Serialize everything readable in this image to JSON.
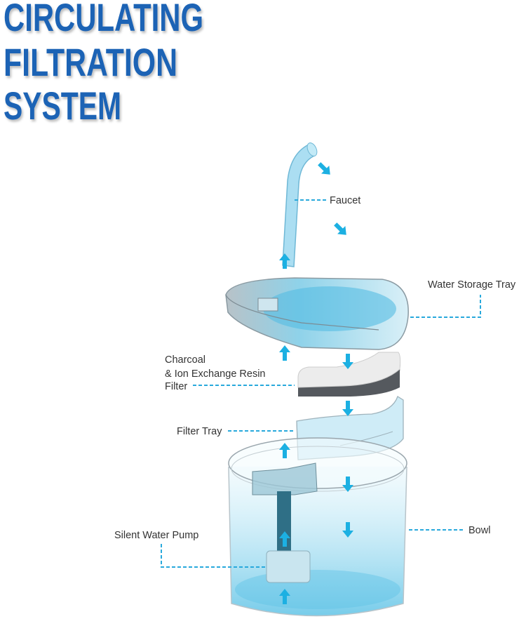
{
  "title": {
    "line1": "CIRCULATING",
    "line2": "FILTRATION",
    "line3": "SYSTEM"
  },
  "labels": {
    "faucet": "Faucet",
    "water_storage_tray": "Water Storage Tray",
    "filter_line1": "Charcoal",
    "filter_line2": "& Ion Exchange Resin",
    "filter_line3": "Filter",
    "filter_tray": "Filter Tray",
    "bowl": "Bowl",
    "pump": "Silent Water Pump"
  },
  "colors": {
    "title": "#1b63b5",
    "arrow": "#1cb0e2",
    "leader": "#29a9dc",
    "water": "#7fd0ea"
  }
}
